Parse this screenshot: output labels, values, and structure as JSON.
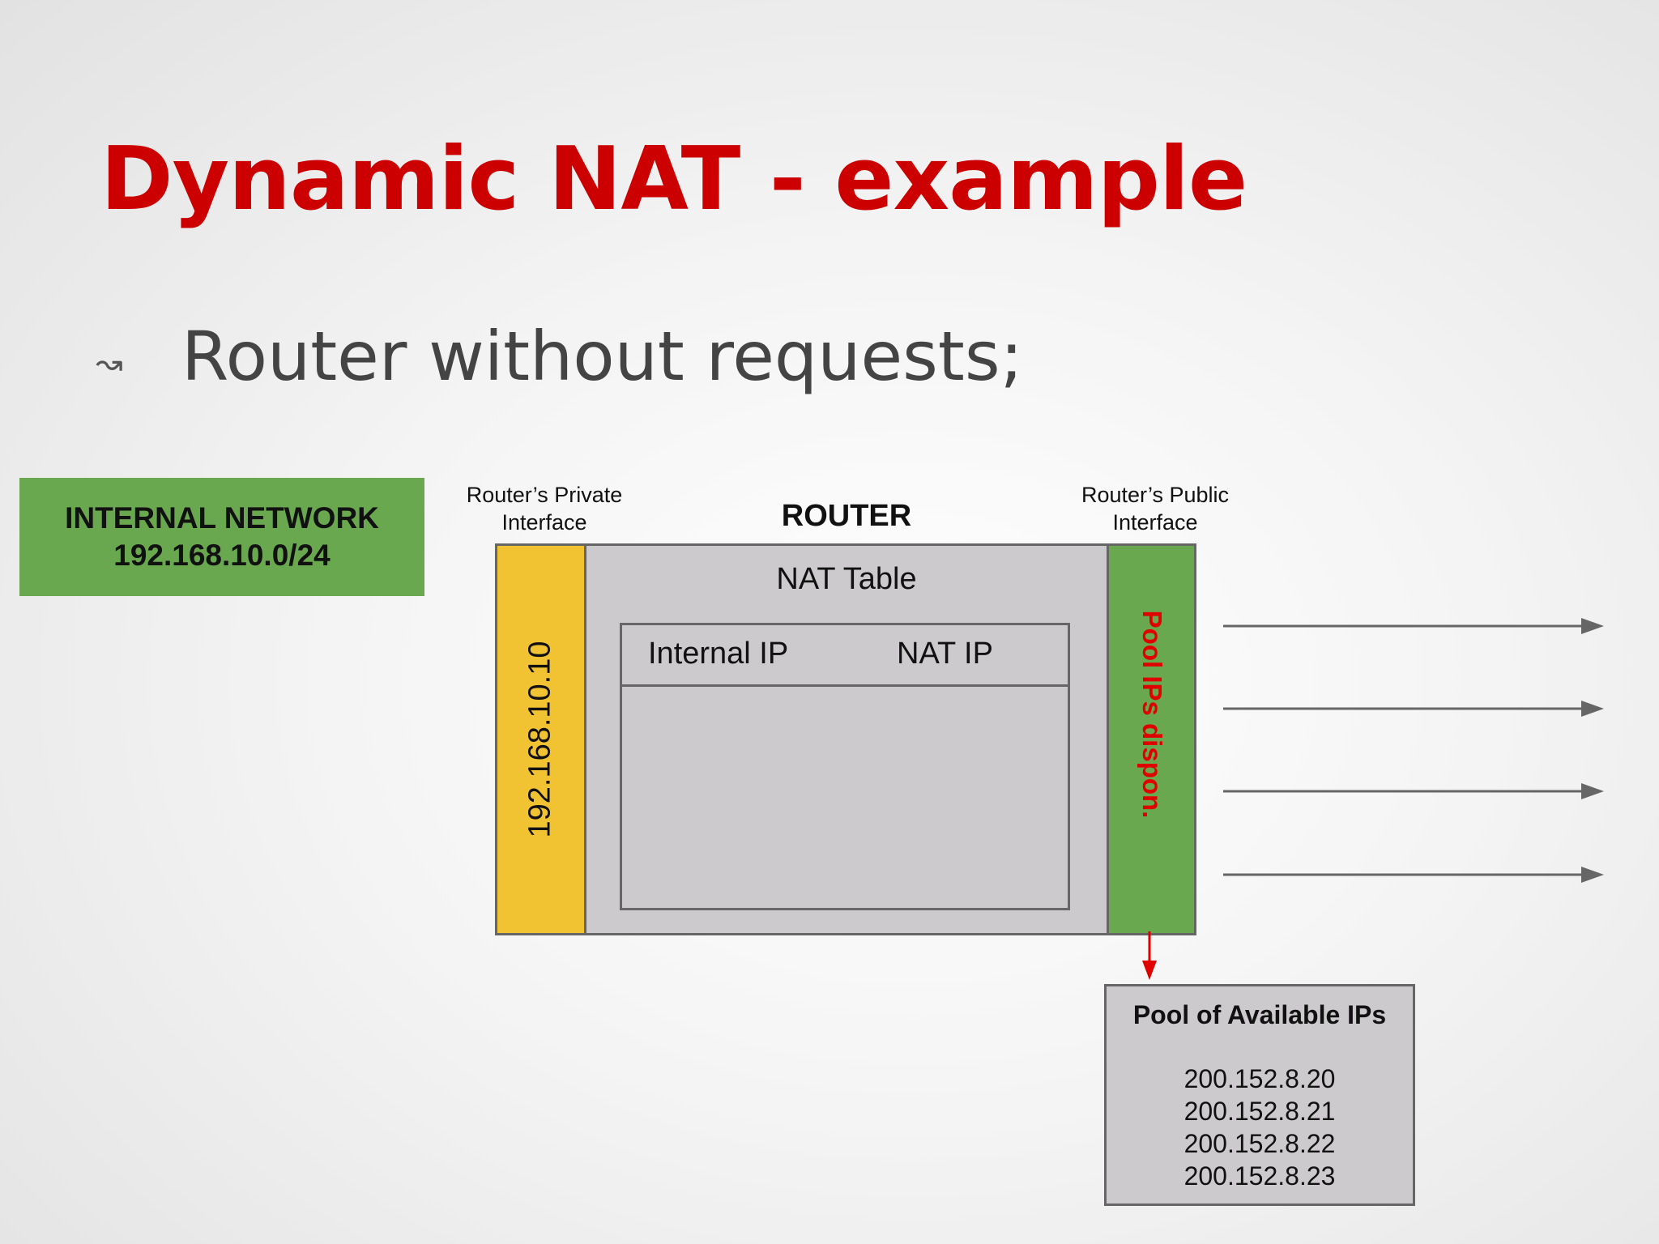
{
  "slide": {
    "title": "Dynamic NAT - example",
    "bullet_icon": "↝",
    "bullet_text": "Router without requests;"
  },
  "diagram": {
    "internal_network": {
      "line1": "INTERNAL NETWORK",
      "line2": "192.168.10.0/24"
    },
    "private_interface_label": {
      "line1": "Router’s Private",
      "line2": "Interface"
    },
    "public_interface_label": {
      "line1": "Router’s Public",
      "line2": "Interface"
    },
    "router_label": "ROUTER",
    "private_ip": "192.168.10.10",
    "public_pool_text": "Pool IPs dispon.",
    "nat_table": {
      "title": "NAT Table",
      "col_internal": "Internal IP",
      "col_nat": "NAT IP",
      "rows": []
    },
    "pool": {
      "title": "Pool of Available IPs",
      "ips": [
        "200.152.8.20",
        "200.152.8.21",
        "200.152.8.22",
        "200.152.8.23"
      ]
    },
    "colors": {
      "title_red": "#cc0000",
      "green": "#6aa84f",
      "yellow": "#f1c232",
      "box_gray": "#cccacc",
      "border_gray": "#666666",
      "red_arrow": "#e00000"
    }
  }
}
